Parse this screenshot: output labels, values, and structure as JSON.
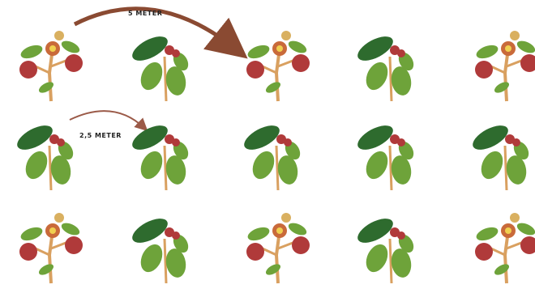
{
  "labels": {
    "top_distance": "5 METER",
    "row_distance": "2,5 METER"
  },
  "grid": [
    [
      "fruiting",
      "leafy",
      "fruiting",
      "leafy",
      "fruiting"
    ],
    [
      "leafy",
      "leafy",
      "leafy",
      "leafy",
      "leafy"
    ],
    [
      "fruiting",
      "leafy",
      "fruiting",
      "leafy",
      "fruiting"
    ]
  ],
  "colors": {
    "arrow_large": "#8a4a32",
    "arrow_small": "#9b5a48",
    "leaf_dark": "#2e6b2e",
    "leaf_light": "#6ea33a",
    "fruit": "#b03a3a",
    "stem": "#d9a060"
  },
  "icons": [
    "plant-fruiting-icon",
    "plant-leafy-icon",
    "curved-arrow-icon"
  ]
}
